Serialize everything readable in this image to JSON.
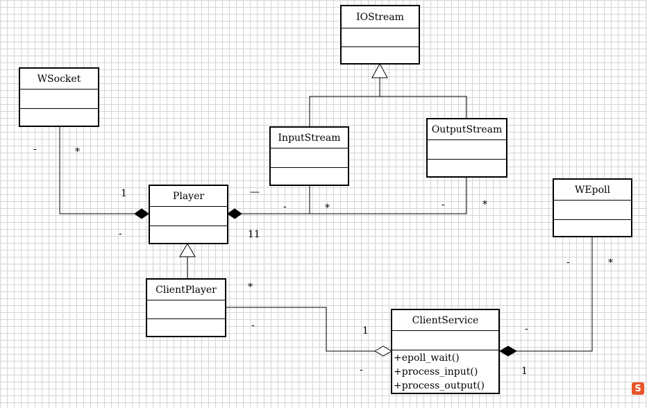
{
  "classes": {
    "iostream": {
      "name": "IOStream"
    },
    "wsocket": {
      "name": "WSocket"
    },
    "inputstream": {
      "name": "InputStream"
    },
    "outputstream": {
      "name": "OutputStream"
    },
    "player": {
      "name": "Player"
    },
    "wepoll": {
      "name": "WEpoll"
    },
    "clientplayer": {
      "name": "ClientPlayer"
    },
    "clientservice": {
      "name": "ClientService",
      "methods": [
        "+epoll_wait()",
        "+process_input()",
        "+process_output()"
      ]
    }
  },
  "multiplicities": {
    "wsocket_dash": "-",
    "wsocket_star": "*",
    "player_one": "1",
    "player_dash_left": "-",
    "player_dash_right": "—",
    "player_eleven": "11",
    "inputstream_dash": "-",
    "inputstream_star": "*",
    "outputstream_dash": "-",
    "outputstream_star": "*",
    "wepoll_dash": "-",
    "wepoll_star": "*",
    "clientplayer_star": "*",
    "clientplayer_dash": "-",
    "clientservice_one_left": "1",
    "clientservice_dash_left": "-",
    "clientservice_dash_right": "-",
    "clientservice_one_right": "1"
  },
  "logo": {
    "letter": "S",
    "color": "#e8552a"
  }
}
